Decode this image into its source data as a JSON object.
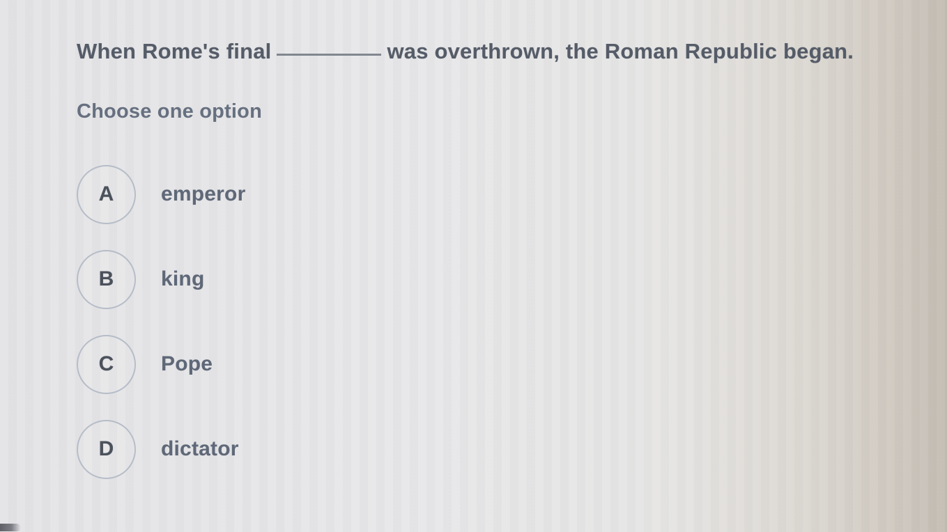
{
  "question": {
    "prefix": "When Rome's final",
    "suffix": "was overthrown, the Roman Republic began.",
    "instruction": "Choose one option"
  },
  "options": [
    {
      "letter": "A",
      "label": "emperor"
    },
    {
      "letter": "B",
      "label": "king"
    },
    {
      "letter": "C",
      "label": "Pope"
    },
    {
      "letter": "D",
      "label": "dictator"
    }
  ],
  "colors": {
    "background": "#e6e6e8",
    "background_right_vignette": "#c3bcb3",
    "question_text": "#555c68",
    "instruction_text": "#677080",
    "option_letter": "#4c525c",
    "option_label": "#5f6878",
    "circle_border": "#b6bdc8",
    "blank_underline": "#81878f"
  }
}
